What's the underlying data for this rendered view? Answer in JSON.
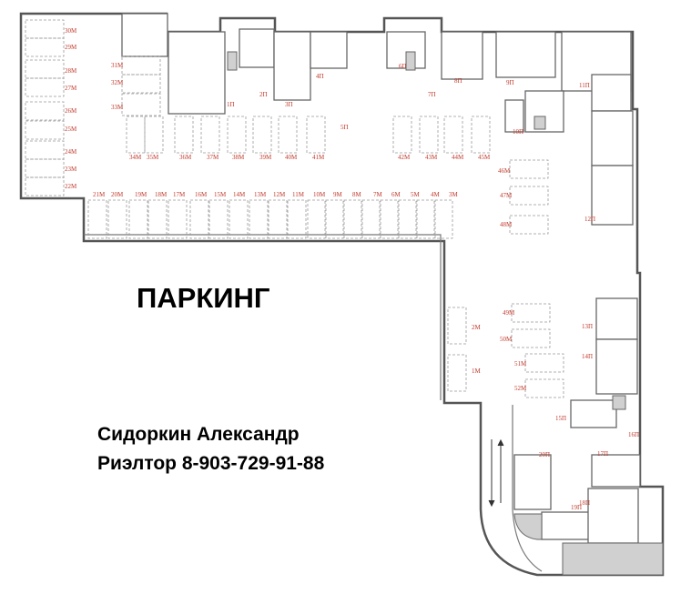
{
  "plan_title": "ПАРКИНГ",
  "contact": {
    "name": "Сидоркин Александр",
    "phone": "Риэлтор 8-903-729-91-88"
  },
  "parking_spots": [
    "1M",
    "2M",
    "3M",
    "4M",
    "5M",
    "6M",
    "7M",
    "8M",
    "9M",
    "10M",
    "11M",
    "12M",
    "13M",
    "14M",
    "15M",
    "16M",
    "17M",
    "18M",
    "19M",
    "20M",
    "21M",
    "22M",
    "23M",
    "24M",
    "25M",
    "26M",
    "27M",
    "28M",
    "29M",
    "30M",
    "31M",
    "32M",
    "33M",
    "34M",
    "35M",
    "36M",
    "37M",
    "38M",
    "39M",
    "40M",
    "41M",
    "42M",
    "43M",
    "44M",
    "45M",
    "46M",
    "47M",
    "48M",
    "49M",
    "50M",
    "51M",
    "52M"
  ],
  "storage_rooms": [
    "1П",
    "2П",
    "3П",
    "4П",
    "5П",
    "6П",
    "7П",
    "8П",
    "9П",
    "10П",
    "11П",
    "12П",
    "13П",
    "14П",
    "15П",
    "16П",
    "17П",
    "18П",
    "19П",
    "20П"
  ],
  "colors": {
    "labels": "#c0392b",
    "walls": "#555555",
    "shafts": "#d0d0d0"
  }
}
